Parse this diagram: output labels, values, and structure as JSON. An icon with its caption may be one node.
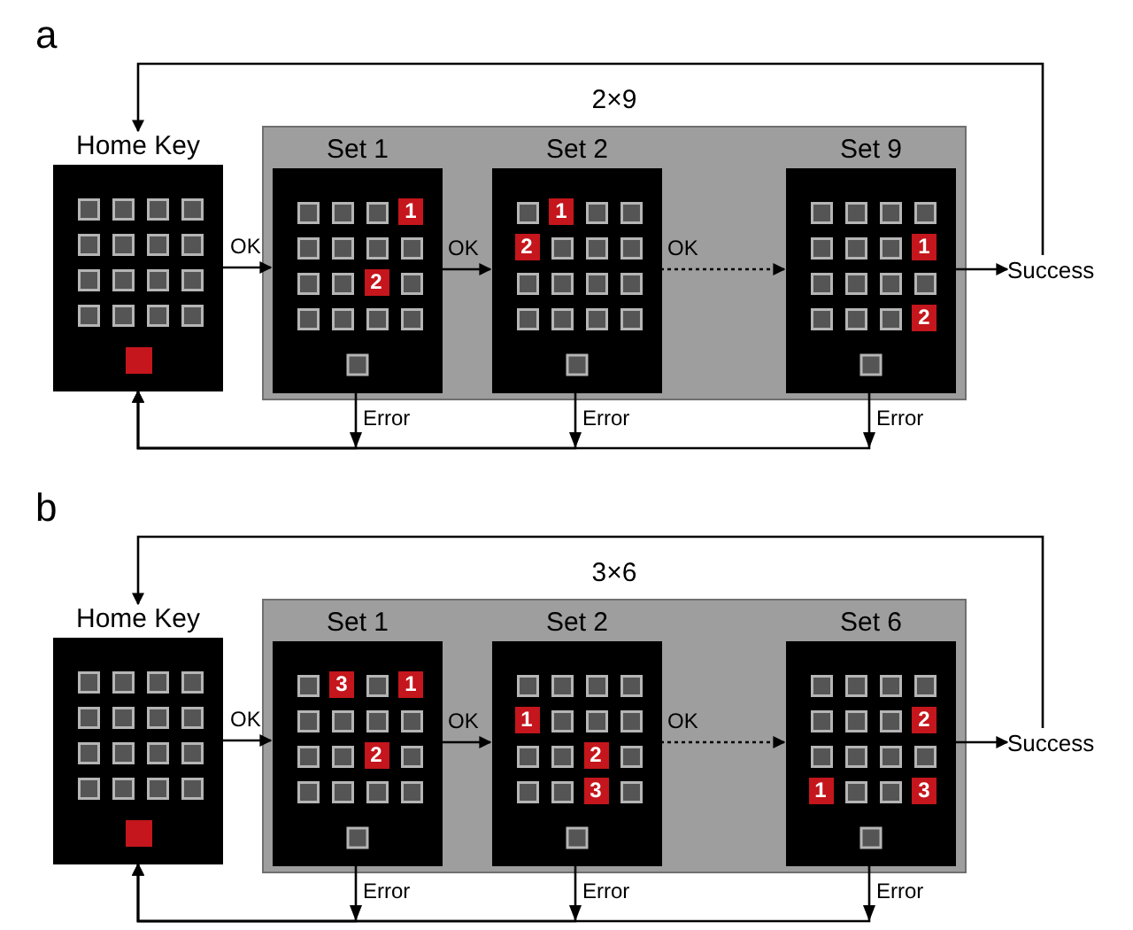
{
  "diagram": {
    "nodes": [
      {
        "text": [
          "Home Key"
        ]
      },
      {
        "text": [
          "2×9"
        ]
      },
      {
        "text": [
          "Set 1"
        ],
        "in": 1
      },
      {
        "text": [
          "1"
        ],
        "in": 2
      },
      {
        "text": [
          "2"
        ],
        "in": 2
      },
      {
        "text": [
          "Set 2"
        ],
        "in": 1
      },
      {
        "text": [
          "1"
        ],
        "in": 5
      },
      {
        "text": [
          "2"
        ],
        "in": 5
      },
      {
        "text": [
          "Set 9"
        ],
        "in": 1
      },
      {
        "text": [
          "1"
        ],
        "in": 8
      },
      {
        "text": [
          "2"
        ],
        "in": 8
      },
      {
        "text": [
          "Success"
        ]
      },
      {
        "text": [
          "Home Key"
        ]
      },
      {
        "text": [
          "3×6"
        ]
      },
      {
        "text": [
          "Set 1"
        ],
        "in": 13
      },
      {
        "text": [
          "3"
        ],
        "in": 14
      },
      {
        "text": [
          "1"
        ],
        "in": 14
      },
      {
        "text": [
          "2"
        ],
        "in": 14
      },
      {
        "text": [
          "Set 2"
        ],
        "in": 13
      },
      {
        "text": [
          "1"
        ],
        "in": 18
      },
      {
        "text": [
          "2"
        ],
        "in": 18
      },
      {
        "text": [
          "3"
        ],
        "in": 18
      },
      {
        "text": [
          "Set 6"
        ],
        "in": 13
      },
      {
        "text": [
          "2"
        ],
        "in": 22
      },
      {
        "text": [
          "1"
        ],
        "in": 22
      },
      {
        "text": [
          "3"
        ],
        "in": 22
      },
      {
        "text": [
          "Success"
        ]
      }
    ],
    "edges": [
      {
        "from": 0,
        "to": 2,
        "arrow": "to",
        "label": "OK"
      },
      {
        "from": 2,
        "to": 5,
        "arrow": "to",
        "label": "OK"
      },
      {
        "from": 5,
        "to": 8,
        "arrow": "to",
        "label": "OK",
        "style": "dashed"
      },
      {
        "from": 8,
        "to": 11,
        "arrow": "to"
      },
      {
        "from": 11,
        "to": 0,
        "arrow": "to"
      },
      {
        "from": 2,
        "to": 0,
        "arrow": "to",
        "label": "Error"
      },
      {
        "from": 5,
        "to": 0,
        "arrow": "to",
        "label": "Error"
      },
      {
        "from": 8,
        "to": 0,
        "arrow": "to",
        "label": "Error"
      },
      {
        "from": 12,
        "to": 14,
        "arrow": "to",
        "label": "OK"
      },
      {
        "from": 14,
        "to": 18,
        "arrow": "to",
        "label": "OK"
      },
      {
        "from": 18,
        "to": 22,
        "arrow": "to",
        "label": "OK",
        "style": "dashed"
      },
      {
        "from": 22,
        "to": 26,
        "arrow": "to"
      },
      {
        "from": 26,
        "to": 12,
        "arrow": "to"
      },
      {
        "from": 14,
        "to": 12,
        "arrow": "to",
        "label": "Error"
      },
      {
        "from": 18,
        "to": 12,
        "arrow": "to",
        "label": "Error"
      },
      {
        "from": 22,
        "to": 12,
        "arrow": "to",
        "label": "Error"
      }
    ],
    "labels": [
      "a",
      "b"
    ]
  }
}
